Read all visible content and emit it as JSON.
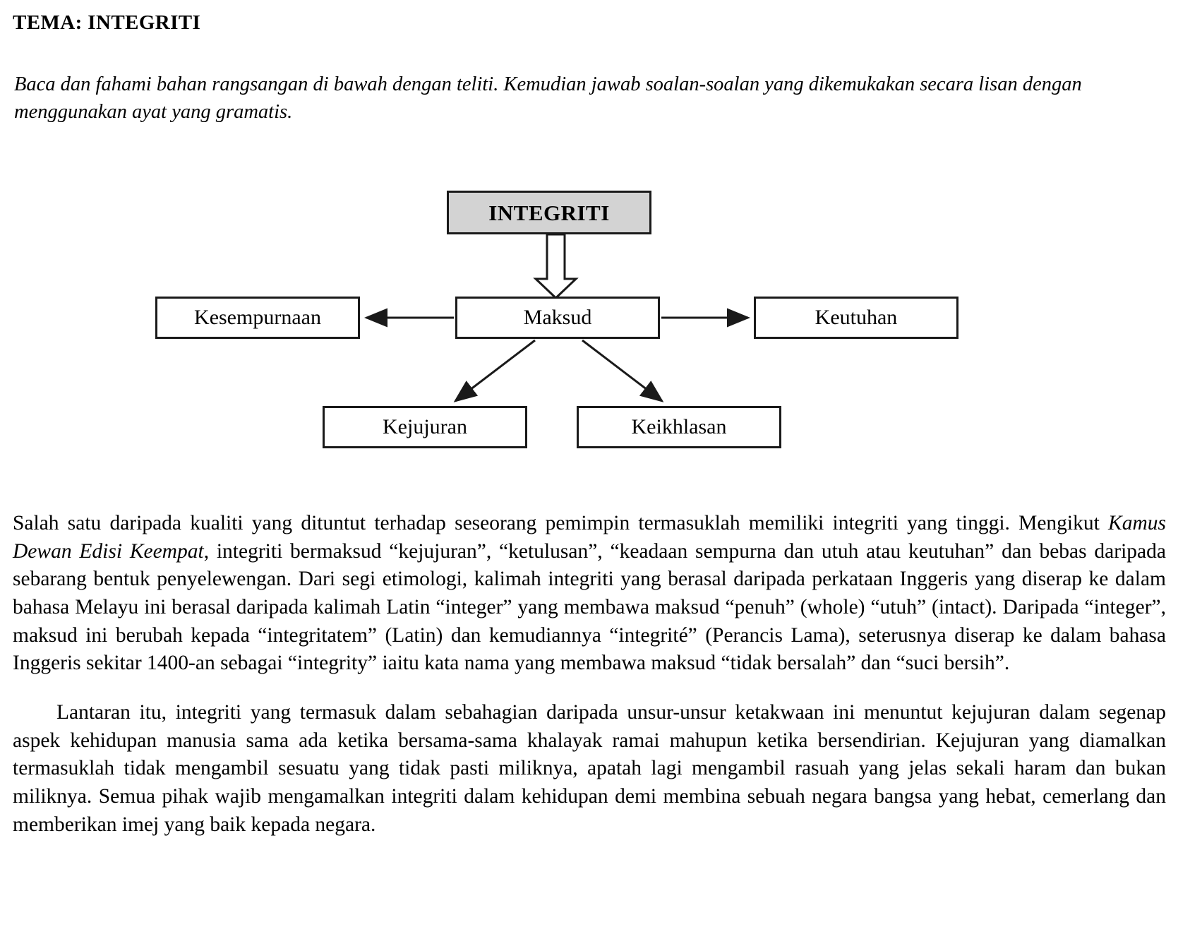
{
  "header": {
    "theme_label": "TEMA: INTEGRITI",
    "instruction": "Baca dan fahami bahan rangsangan di bawah dengan teliti. Kemudian jawab soalan-soalan yang dikemukakan secara lisan dengan menggunakan ayat yang gramatis."
  },
  "diagram": {
    "root": "INTEGRITI",
    "center": "Maksud",
    "left": "Kesempurnaan",
    "right": "Keutuhan",
    "bottom_left": "Kejujuran",
    "bottom_right": "Keikhlasan",
    "root_fill": "#d3d3d3",
    "border_color": "#1a1a1a"
  },
  "body": {
    "para1_a": "Salah satu daripada kualiti yang dituntut terhadap seseorang pemimpin termasuklah memiliki integriti yang tinggi. Mengikut ",
    "para1_italic": "Kamus Dewan Edisi Keempat",
    "para1_b": ", integriti bermaksud “kejujuran”, “ketulusan”, “keadaan sempurna dan utuh atau keutuhan” dan bebas daripada sebarang bentuk penyelewengan. Dari segi etimologi, kalimah integriti yang berasal daripada perkataan Inggeris yang diserap ke dalam bahasa Melayu ini berasal daripada kalimah Latin “integer” yang membawa maksud “penuh” (whole) “utuh” (intact). Daripada “integer”, maksud ini berubah kepada “integritatem” (Latin) dan kemudiannya “integrité” (Perancis Lama), seterusnya diserap ke dalam bahasa Inggeris sekitar 1400-an sebagai “integrity” iaitu kata nama yang membawa maksud “tidak bersalah” dan “suci bersih”.",
    "para2": "Lantaran itu, integriti yang termasuk dalam sebahagian daripada unsur-unsur ketakwaan ini menuntut kejujuran dalam segenap aspek kehidupan manusia sama ada ketika bersama-sama khalayak ramai mahupun ketika bersendirian. Kejujuran yang diamalkan termasuklah tidak mengambil sesuatu yang tidak pasti miliknya, apatah lagi mengambil rasuah yang jelas sekali haram dan bukan miliknya. Semua pihak wajib mengamalkan integriti dalam kehidupan demi membina sebuah negara bangsa yang hebat, cemerlang dan memberikan imej yang baik kepada negara."
  }
}
